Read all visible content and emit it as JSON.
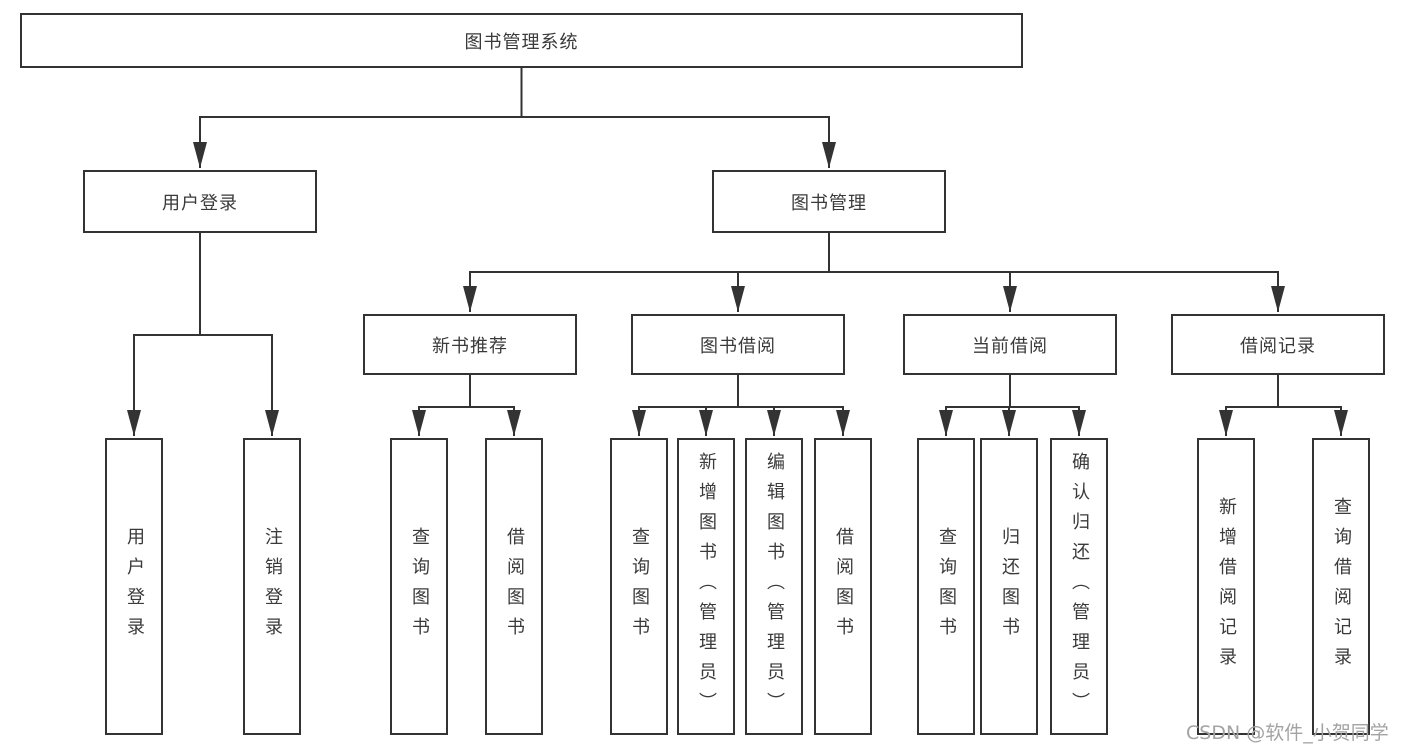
{
  "nodes": {
    "root": "图书管理系统",
    "user_login": "用户登录",
    "book_mgmt": "图书管理",
    "new_book_rec": "新书推荐",
    "book_borrow": "图书借阅",
    "current_borrow": "当前借阅",
    "borrow_records": "借阅记录",
    "ul_user_login": "用户登录",
    "ul_logout": "注销登录",
    "nb_query_books": "查询图书",
    "nb_borrow_books": "借阅图书",
    "bb_query_books": "查询图书",
    "bb_add_books": "新增图书（管理员）",
    "bb_edit_books": "编辑图书（管理员）",
    "bb_borrow_books": "借阅图书",
    "cb_query_books": "查询图书",
    "cb_return_books": "归还图书",
    "cb_confirm_return": "确认归还（管理员）",
    "br_add_record": "新增借阅记录",
    "br_query_record": "查询借阅记录"
  },
  "watermark": "CSDN @软件_小贺同学",
  "colors": {
    "line": "#333333",
    "box_border": "#333333",
    "text": "#3a3a3a",
    "watermark": "#a3a3a3",
    "background": "#ffffff"
  },
  "hierarchy": {
    "图书管理系统": {
      "用户登录": [
        "用户登录",
        "注销登录"
      ],
      "图书管理": {
        "新书推荐": [
          "查询图书",
          "借阅图书"
        ],
        "图书借阅": [
          "查询图书",
          "新增图书（管理员）",
          "编辑图书（管理员）",
          "借阅图书"
        ],
        "当前借阅": [
          "查询图书",
          "归还图书",
          "确认归还（管理员）"
        ],
        "借阅记录": [
          "新增借阅记录",
          "查询借阅记录"
        ]
      }
    }
  }
}
